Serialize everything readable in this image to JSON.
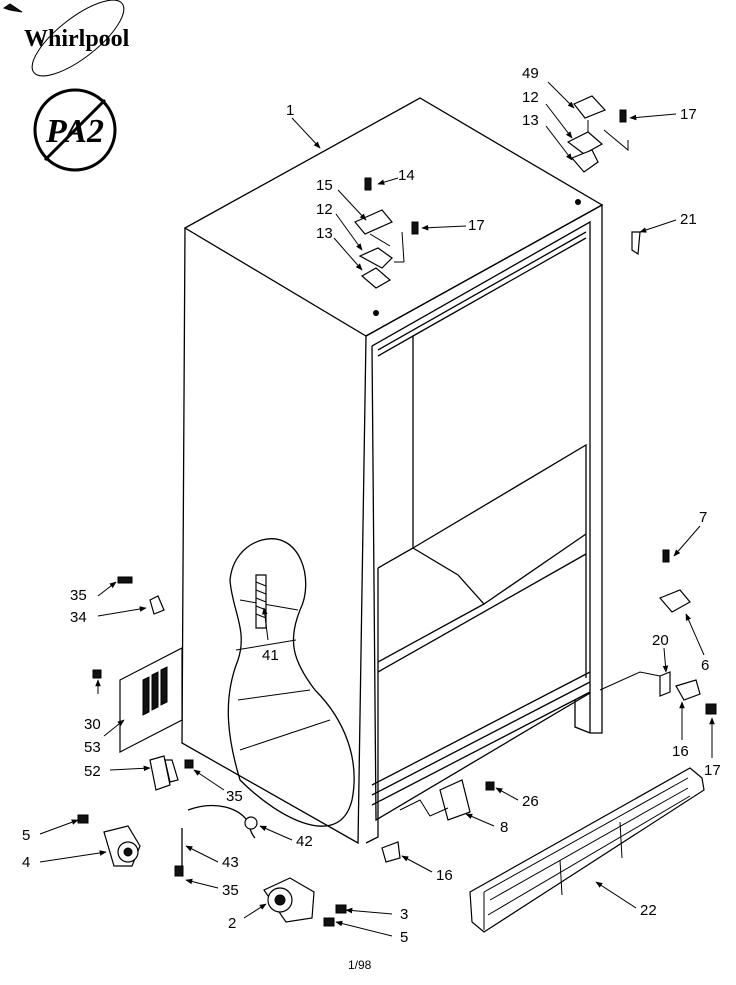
{
  "brand": {
    "name": "Whirlpool"
  },
  "badge": {
    "text": "PA2"
  },
  "footer": {
    "code": "1/98"
  },
  "callouts": {
    "c1": "1",
    "c2": "2",
    "c3": "3",
    "c4": "4",
    "c5a": "5",
    "c5b": "5",
    "c6": "6",
    "c7": "7",
    "c8": "8",
    "c12a": "12",
    "c12b": "12",
    "c13a": "13",
    "c13b": "13",
    "c14": "14",
    "c15": "15",
    "c16a": "16",
    "c16b": "16",
    "c17a": "17",
    "c17b": "17",
    "c17c": "17",
    "c20": "20",
    "c21": "21",
    "c22": "22",
    "c26": "26",
    "c30": "30",
    "c34": "34",
    "c35a": "35",
    "c35b": "35",
    "c35c": "35",
    "c41": "41",
    "c42": "42",
    "c43": "43",
    "c49": "49",
    "c52": "52",
    "c53": "53"
  }
}
